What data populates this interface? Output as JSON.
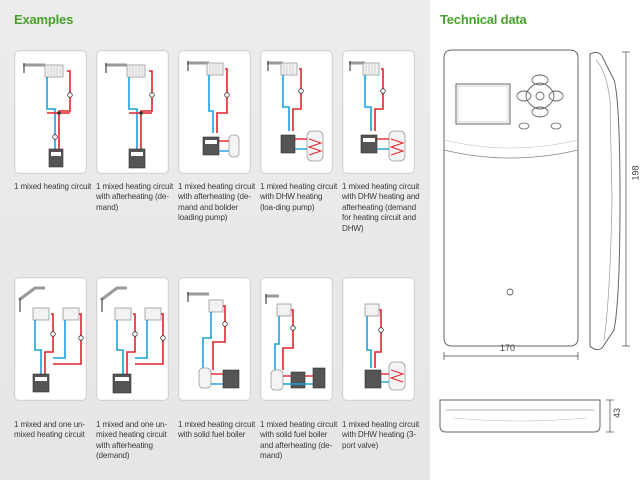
{
  "headings": {
    "examples": "Examples",
    "technical": "Technical data"
  },
  "examples": [
    {
      "caption": "1 mixed heating circuit"
    },
    {
      "caption": "1 mixed heating circuit with afterheating (de-mand)"
    },
    {
      "caption": "1 mixed heating circuit with afterheating (de-mand and bolider loading pump)"
    },
    {
      "caption": "1 mixed heating circuit with DHW heating (loa-ding pump)"
    },
    {
      "caption": "1 mixed heating circuit with DHW heating and afterheating (demand for heating circuit and DHW)"
    },
    {
      "caption": "1 mixed and one un-mixed heating circuit"
    },
    {
      "caption": "1 mixed and one un-mixed heating circuit with afterheating (demand)"
    },
    {
      "caption": "1 mixed heating circuit with solid fuel boiler"
    },
    {
      "caption": "1 mixed heating circuit with solid fuel boiler and afterheating (de-mand)"
    },
    {
      "caption": "1 mixed heating circuit with DHW heating (3-port valve)"
    }
  ],
  "dimensions": {
    "height": "198",
    "width": "170",
    "depth": "43"
  },
  "colors": {
    "accent_green": "#4aa02c",
    "pipe_red": "#e0242c",
    "pipe_blue": "#1aa0dc",
    "card_border": "#d4d4d4"
  }
}
